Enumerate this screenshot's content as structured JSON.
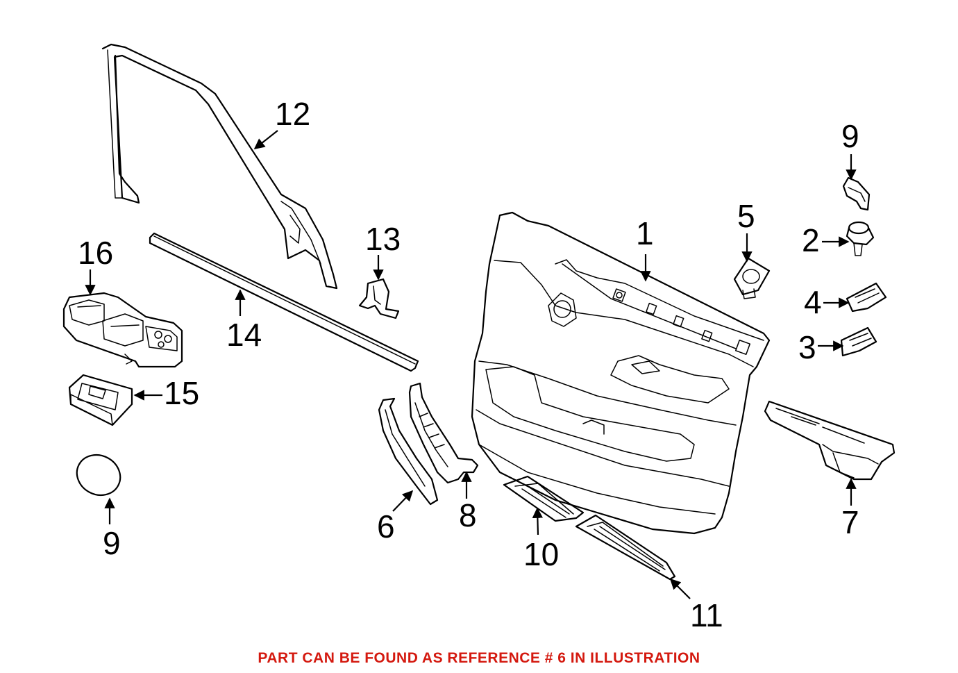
{
  "diagram": {
    "callouts": [
      {
        "id": "c1",
        "label": "1"
      },
      {
        "id": "c2",
        "label": "2"
      },
      {
        "id": "c3",
        "label": "3"
      },
      {
        "id": "c4",
        "label": "4"
      },
      {
        "id": "c5",
        "label": "5"
      },
      {
        "id": "c6",
        "label": "6"
      },
      {
        "id": "c7",
        "label": "7"
      },
      {
        "id": "c8",
        "label": "8"
      },
      {
        "id": "c9a",
        "label": "9"
      },
      {
        "id": "c9b",
        "label": "9"
      },
      {
        "id": "c10",
        "label": "10"
      },
      {
        "id": "c11",
        "label": "11"
      },
      {
        "id": "c12",
        "label": "12"
      },
      {
        "id": "c13",
        "label": "13"
      },
      {
        "id": "c14",
        "label": "14"
      },
      {
        "id": "c15",
        "label": "15"
      },
      {
        "id": "c16",
        "label": "16"
      }
    ]
  },
  "caption": {
    "text": "PART CAN BE FOUND AS REFERENCE # 6 IN ILLUSTRATION",
    "color": "#d4190f"
  }
}
